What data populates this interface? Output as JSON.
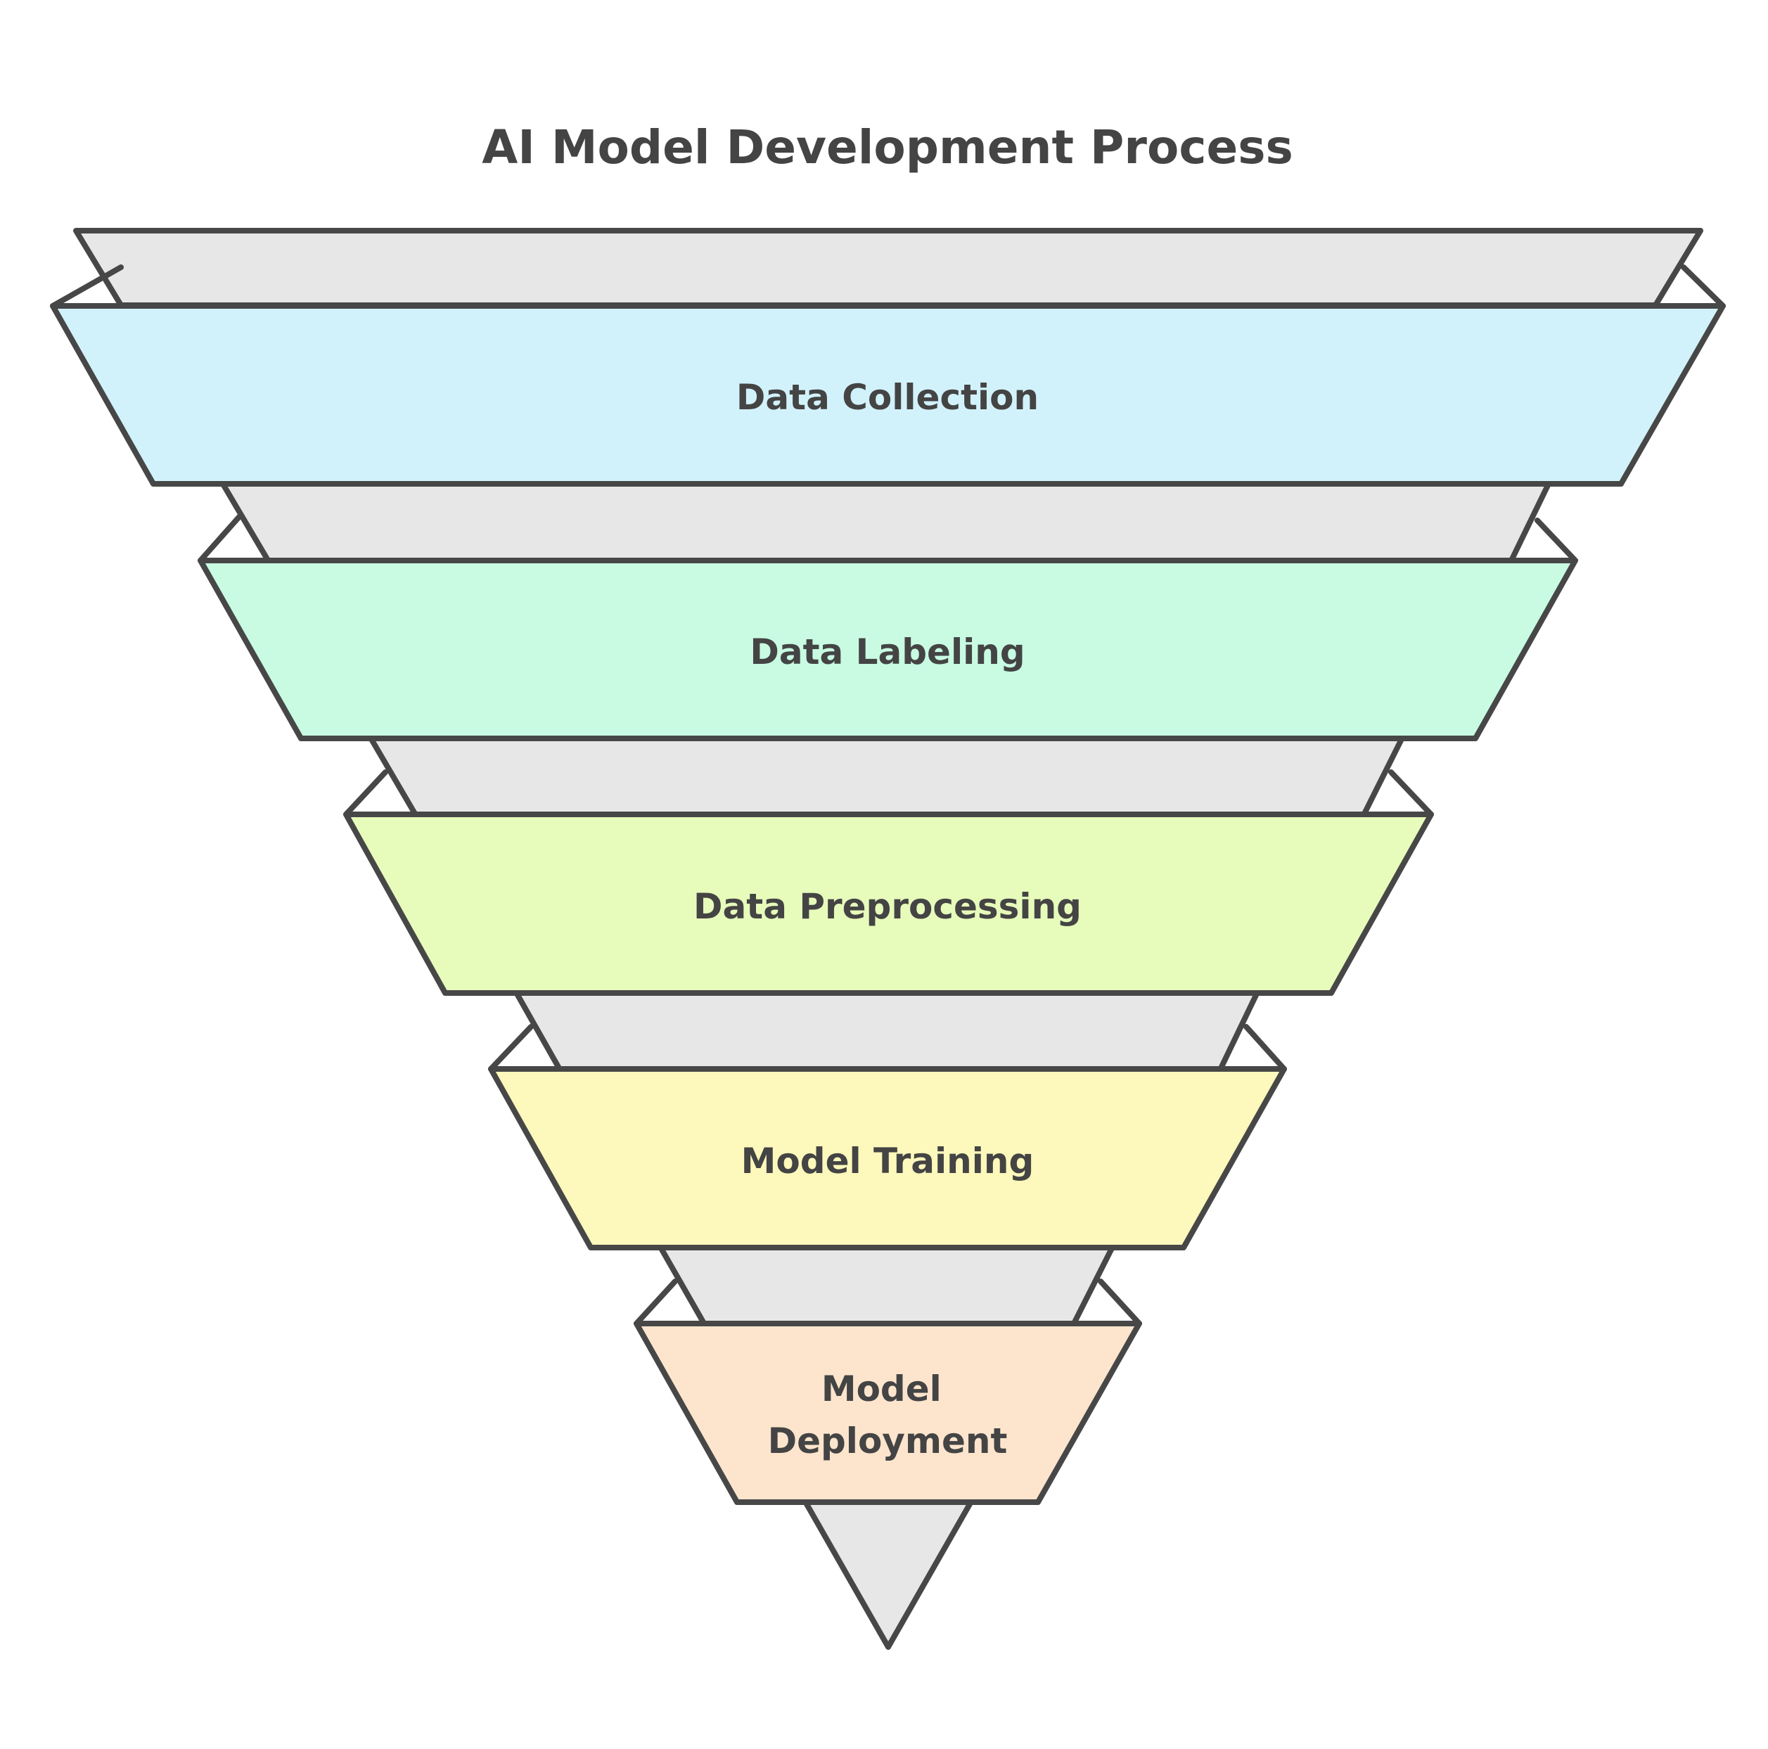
{
  "title": "AI Model Development Process",
  "colors": {
    "outline": "#474747",
    "text": "#444444",
    "gray_band": "#e7e7e7"
  },
  "stages": [
    {
      "label_lines": [
        "Data Collection"
      ],
      "color": "#d2f2fb"
    },
    {
      "label_lines": [
        "Data Labeling"
      ],
      "color": "#c8fbe2"
    },
    {
      "label_lines": [
        "Data Preprocessing"
      ],
      "color": "#e7fcbb"
    },
    {
      "label_lines": [
        "Model Training"
      ],
      "color": "#fdf8bb"
    },
    {
      "label_lines": [
        "Model",
        "Deployment"
      ],
      "color": "#fde5cd"
    }
  ]
}
